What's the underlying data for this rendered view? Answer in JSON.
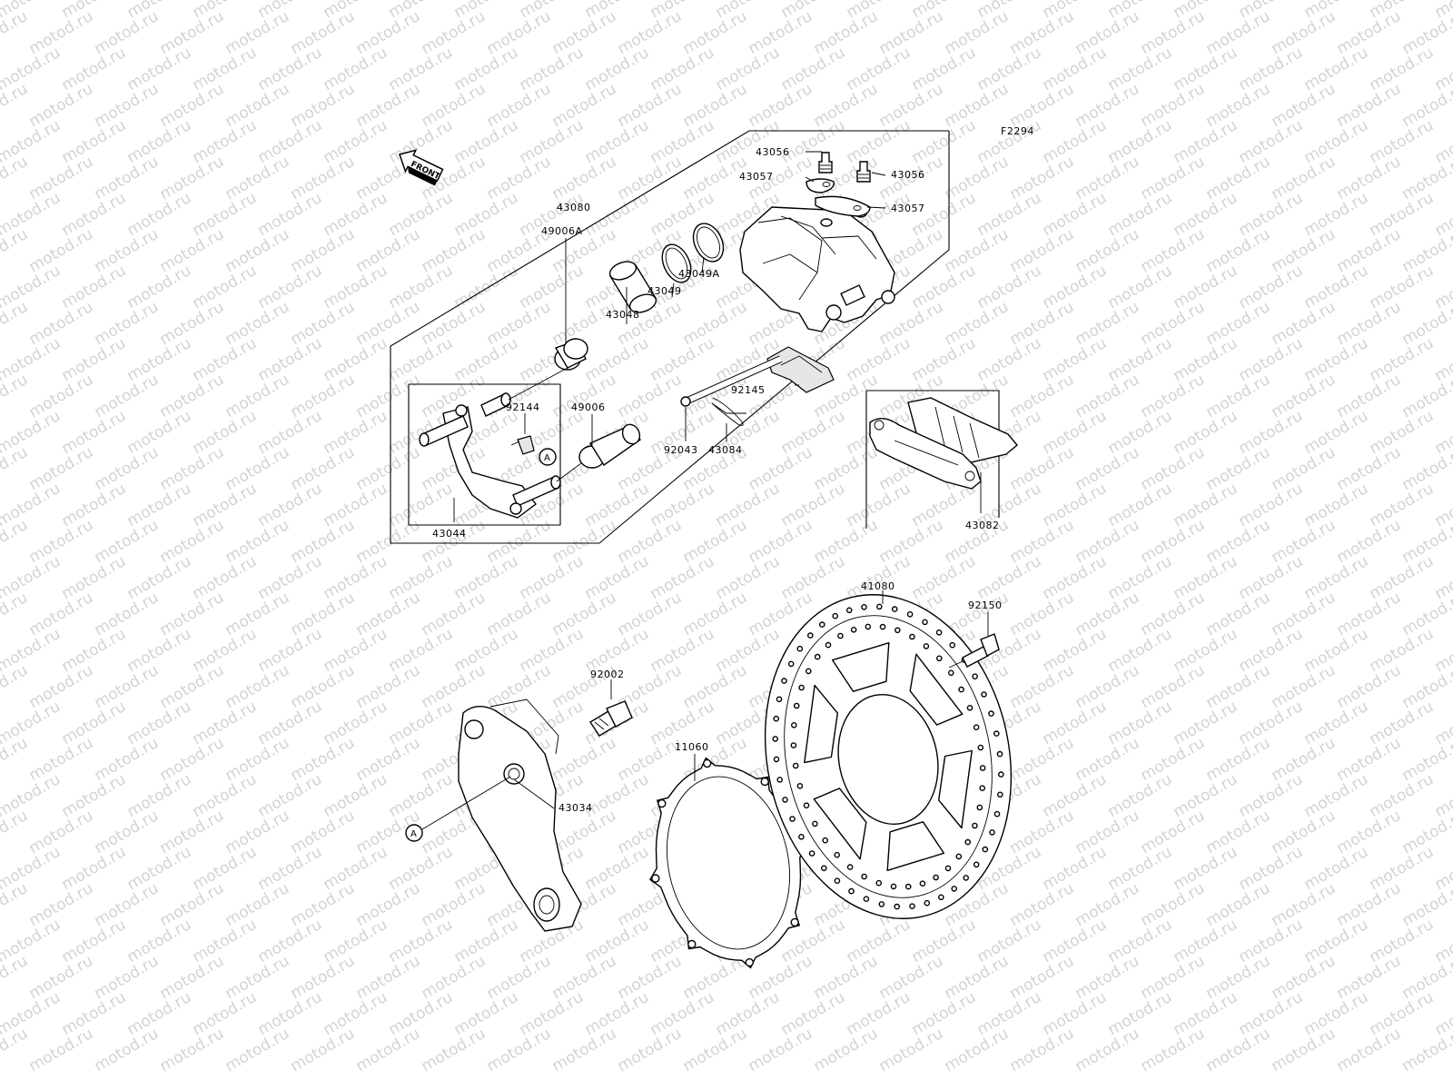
{
  "watermark": {
    "text": "motod.ru"
  },
  "figure_code": "F2294",
  "front_arrow": {
    "label": "FRONT"
  },
  "ref_marker": "A",
  "callouts": {
    "p43056a": "43056",
    "p43057a": "43057",
    "p43056b": "43056",
    "p43057b": "43057",
    "p43080": "43080",
    "p43049A": "43049A",
    "p43049": "43049",
    "p49006A": "49006A",
    "p43048": "43048",
    "p92144": "92144",
    "p49006": "49006",
    "p92145": "92145",
    "p92043": "92043",
    "p43084": "43084",
    "p43044": "43044",
    "p43082": "43082",
    "p41080": "41080",
    "p92150": "92150",
    "p92002": "92002",
    "p11060": "11060",
    "p43034": "43034"
  },
  "colors": {
    "line": "#000000",
    "watermark": "#d3d3d3",
    "background": "#ffffff"
  }
}
